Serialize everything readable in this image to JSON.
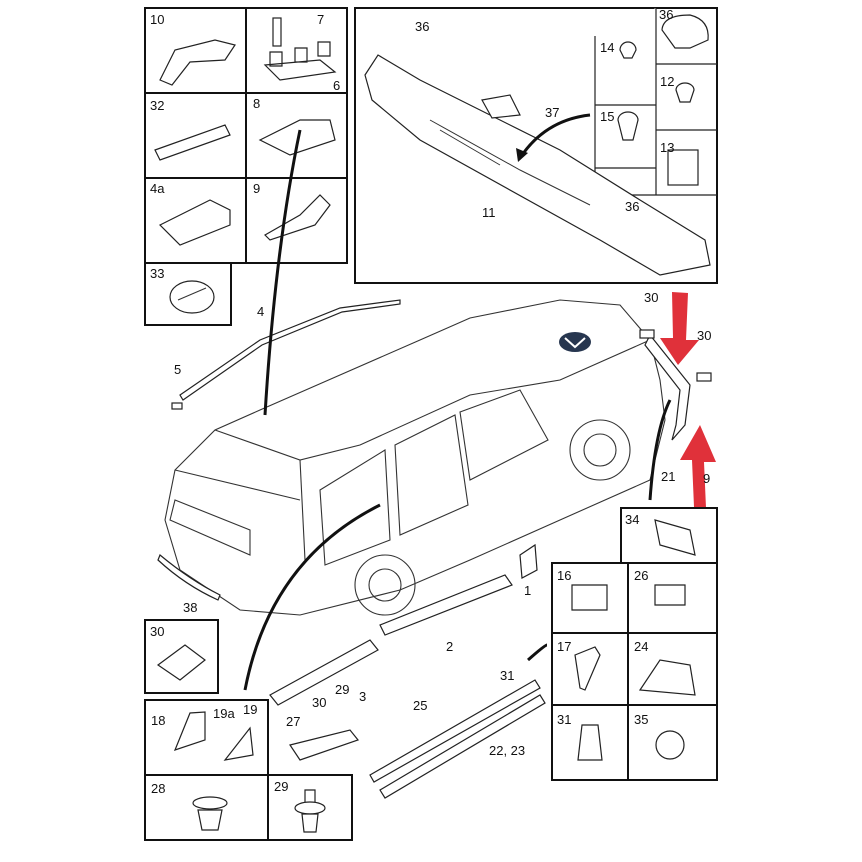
{
  "diagram": {
    "callouts": [
      "10",
      "7",
      "6",
      "32",
      "8",
      "4a",
      "9",
      "33",
      "36",
      "37",
      "11",
      "36",
      "14",
      "15",
      "36",
      "12",
      "13",
      "30",
      "30",
      "21",
      "9",
      "4",
      "5",
      "38",
      "1",
      "2",
      "3",
      "31",
      "29",
      "30",
      "27",
      "25",
      "22, 23",
      "34",
      "16",
      "26",
      "17",
      "24",
      "31",
      "35",
      "30",
      "18",
      "19a",
      "19",
      "28",
      "29"
    ],
    "colors": {
      "highlight_arrow": "#e0313a",
      "logo": "#27364f",
      "line": "#111111"
    }
  }
}
